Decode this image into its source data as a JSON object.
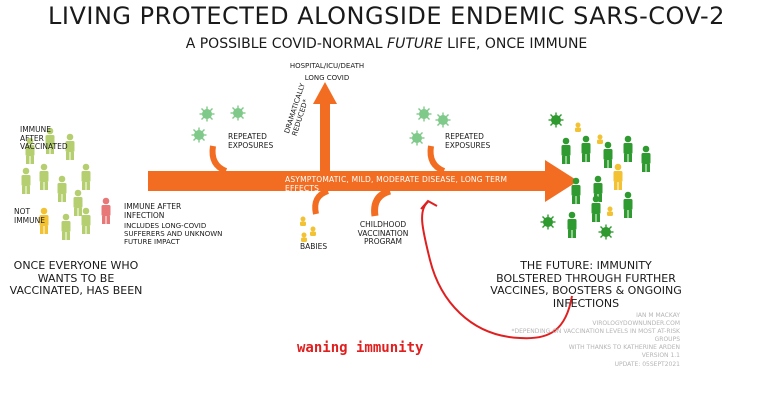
{
  "title": "Living protected alongside endemic SARS-CoV-2",
  "subtitle_pre": "A possible COVID-normal ",
  "subtitle_em": "future",
  "subtitle_post": " life, once immune",
  "left_group": {
    "immune_after_vaccinated": "Immune after vaccinated",
    "not_immune": "Not immune",
    "immune_after_infection": "Immune after infection",
    "infection_note": "Includes long-COVID sufferers and unknown future impact",
    "caption": "Once everyone who wants to be vaccinated, has been"
  },
  "arrow": {
    "spine_label": "Asymptomatic, mild, moderate disease, long term effects",
    "up_branch_top": "Hospital/ICU/Death",
    "up_branch_bottom": "Long COVID",
    "dramatically_reduced": "Dramatically reduced*",
    "repeated_exposures_1": "Repeated exposures",
    "repeated_exposures_2": "Repeated exposures",
    "babies": "Babies",
    "childhood_vaccination": "Childhood vaccination program"
  },
  "right_group": {
    "caption": "The future: immunity bolstered through further vaccines, boosters & ongoing infections"
  },
  "credits": {
    "author": "Ian M Mackay",
    "site": "virologydownunder.com",
    "note": "*depending on vaccination levels in most at-risk groups",
    "thanks": "With thanks to Katherine Arden",
    "version": "Version 1.1",
    "updated": "Update: 05SEPT2021"
  },
  "annotation": {
    "text": "waning immunity",
    "color": "#e02020"
  },
  "colors": {
    "arrow": "#f26d21",
    "people_light": "#b5cf70",
    "people_dark": "#2f9a2f",
    "people_yellow": "#f2c233",
    "people_red": "#e87878",
    "virus": "#7fc98a"
  }
}
